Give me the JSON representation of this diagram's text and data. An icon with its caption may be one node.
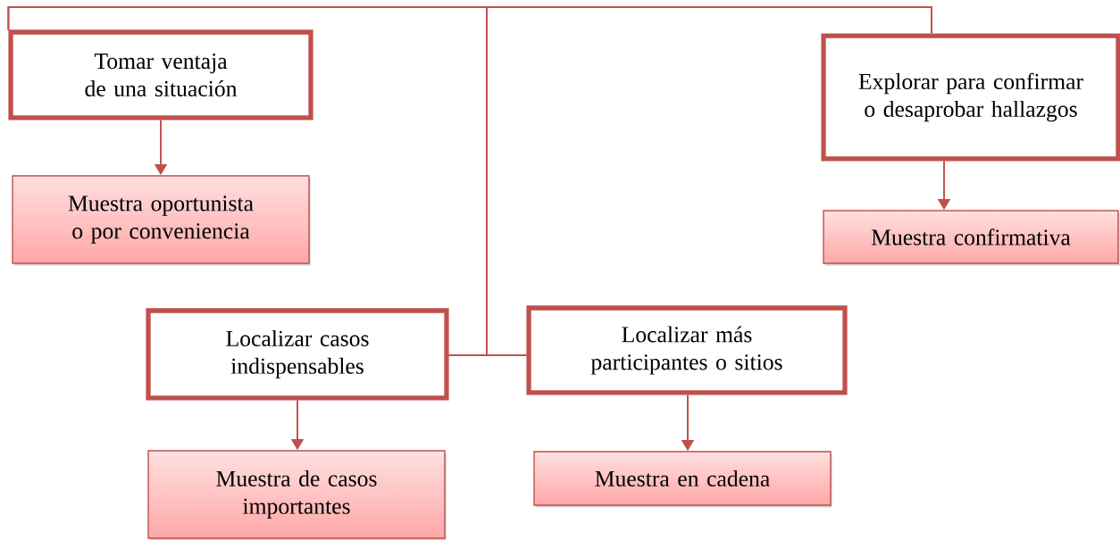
{
  "diagram": {
    "nodes": [
      {
        "text": [
          "Tomar ventaja de una situación"
        ]
      },
      {
        "text": [
          "Muestra oportunista o por conveniencia"
        ]
      },
      {
        "text": [
          "Explorar para confirmar o desaprobar hallazgos"
        ]
      },
      {
        "text": [
          "Muestra confirmativa"
        ]
      },
      {
        "text": [
          "Localizar casos indispensables"
        ]
      },
      {
        "text": [
          "Muestra de casos importantes"
        ]
      },
      {
        "text": [
          "Localizar más participantes o sitios"
        ]
      },
      {
        "text": [
          "Muestra en cadena"
        ]
      }
    ],
    "edges": [
      {
        "from": 0,
        "to": 2,
        "arrow": "none"
      },
      {
        "from": 4,
        "to": 6,
        "arrow": "none"
      },
      {
        "from": 0,
        "to": 4,
        "arrow": "none"
      },
      {
        "from": 0,
        "to": 1,
        "arrow": "to"
      },
      {
        "from": 2,
        "to": 3,
        "arrow": "to"
      },
      {
        "from": 4,
        "to": 5,
        "arrow": "to"
      },
      {
        "from": 6,
        "to": 7,
        "arrow": "to"
      }
    ]
  }
}
